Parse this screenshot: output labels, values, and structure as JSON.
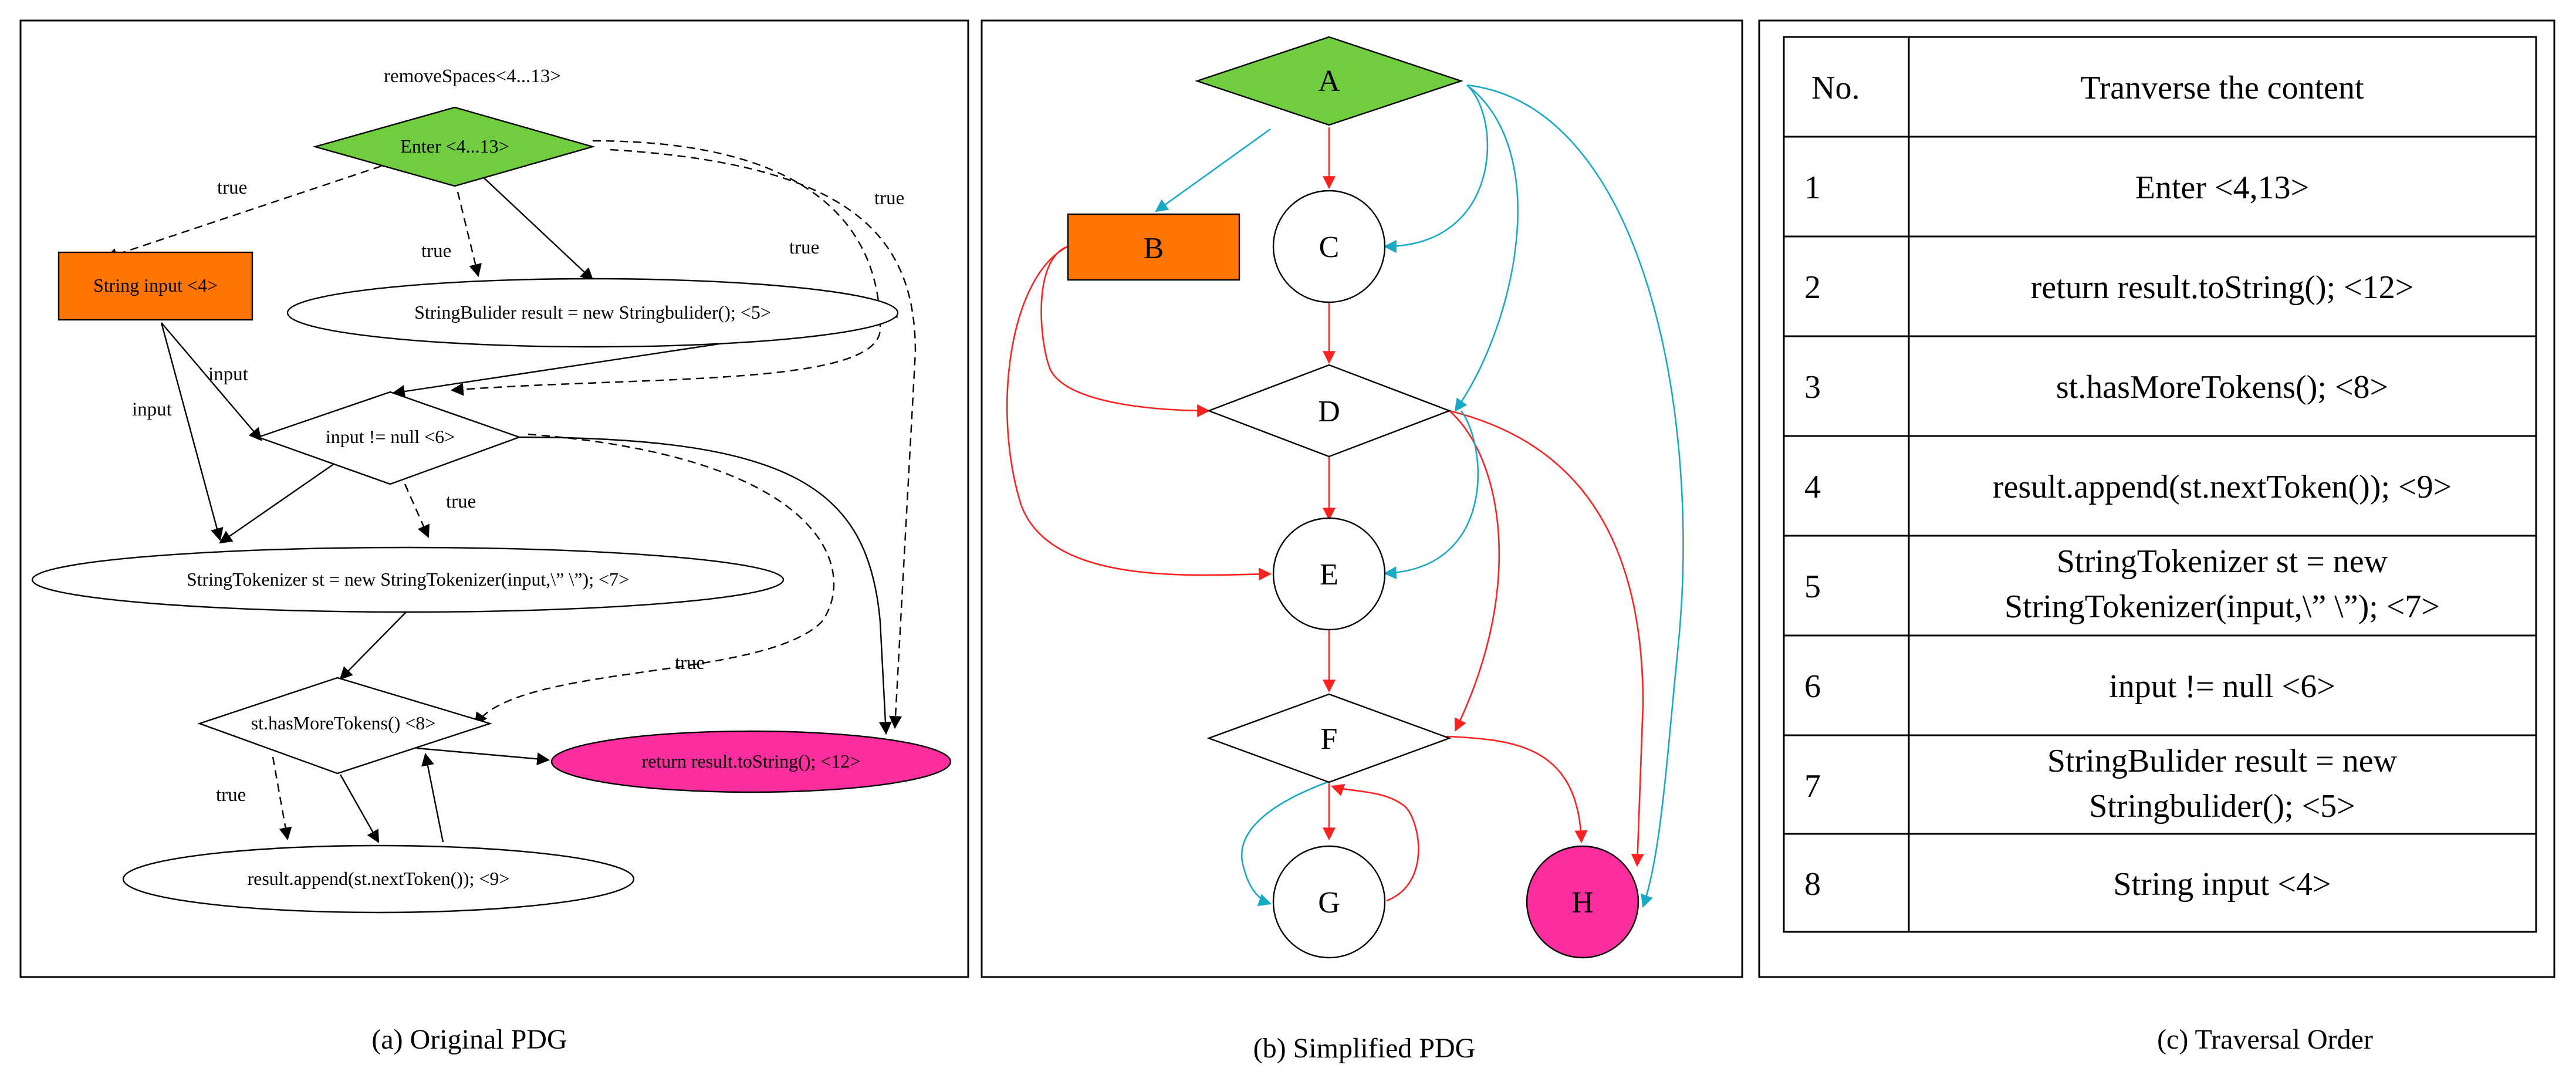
{
  "panel_a": {
    "caption": "(a) Original PDG",
    "header": "removeSpaces<4...13>",
    "nodes": {
      "enter": "Enter <4...13>",
      "string_input": "String input <4>",
      "sb_result": "StringBulider result = new Stringbulider(); <5>",
      "input_check": "input != null <6>",
      "tokenizer": "StringTokenizer st = new StringTokenizer(input,\\” \\”);  <7>",
      "has_more": "st.hasMoreTokens() <8>",
      "append": "result.append(st.nextToken()); <9>",
      "return": "return result.toString(); <12>"
    },
    "edge_labels": {
      "true_1": "true",
      "true_2": "true",
      "true_3": "true",
      "true_4": "true",
      "true_5": "true",
      "true_6": "true",
      "true_7": "true",
      "input_1": "input",
      "input_2": "input"
    },
    "colors": {
      "enter": "#70cd40",
      "string_input": "#ff7403",
      "return": "#fc2d9e"
    }
  },
  "panel_b": {
    "caption": "(b) Simplified PDG",
    "nodes": {
      "a": "A",
      "b": "B",
      "c": "C",
      "d": "D",
      "e": "E",
      "f": "F",
      "g": "G",
      "h": "H"
    },
    "colors": {
      "control_edge": "#ff2020",
      "data_edge": "#1aa9c5",
      "a": "#70cd40",
      "b": "#ff7403",
      "h": "#fc2d9e"
    }
  },
  "panel_c": {
    "caption": "(c) Traversal Order",
    "header_no": "No.",
    "header_content": "Tranverse the content",
    "rows": [
      {
        "no": "1",
        "line1": "Enter <4,13>",
        "line2": ""
      },
      {
        "no": "2",
        "line1": "return result.toString(); <12>",
        "line2": ""
      },
      {
        "no": "3",
        "line1": "st.hasMoreTokens(); <8>",
        "line2": ""
      },
      {
        "no": "4",
        "line1": "result.append(st.nextToken()); <9>",
        "line2": ""
      },
      {
        "no": "5",
        "line1": "StringTokenizer st = new",
        "line2": "StringTokenizer(input,\\” \\”);  <7>"
      },
      {
        "no": "6",
        "line1": "input != null <6>",
        "line2": ""
      },
      {
        "no": "7",
        "line1": "StringBulider result = new",
        "line2": "Stringbulider(); <5>"
      },
      {
        "no": "8",
        "line1": "String input <4>",
        "line2": ""
      }
    ]
  }
}
